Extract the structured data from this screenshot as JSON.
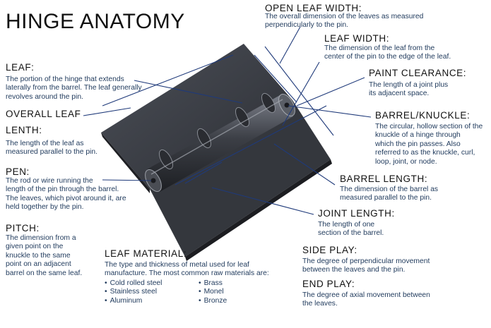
{
  "title": "HINGE ANATOMY",
  "terms": {
    "open_leaf_width": {
      "label": "OPEN LEAF WIDTH:",
      "definition": "The overall dimension of the leaves as measured\nperpendicularly to the pin."
    },
    "leaf_width": {
      "label": "LEAF WIDTH:",
      "definition": "The dimension of the leaf from the\ncenter of the pin to the edge of the leaf."
    },
    "paint_clearance": {
      "label": "PAINT CLEARANCE:",
      "definition": "The length of a joint plus\nits adjacent space."
    },
    "barrel_knuckle": {
      "label": "BARREL/KNUCKLE:",
      "definition": "The circular, hollow section of the\nknuckle of a hinge through\nwhich the pin passes. Also\nreferred to as the knuckle, curl,\nloop, joint, or node."
    },
    "barrel_length": {
      "label": "BARREL LENGTH:",
      "definition": "The dimension of the barrel as\nmeasured parallel to the pin."
    },
    "joint_length": {
      "label": "JOINT LENGTH:",
      "definition": "The length of one\nsection of the barrel."
    },
    "side_play": {
      "label": "SIDE PLAY:",
      "definition": "The degree of perpendicular movement\nbetween the leaves and the pin."
    },
    "end_play": {
      "label": "END PLAY:",
      "definition": "The degree of axial movement between\nthe leaves."
    },
    "leaf": {
      "label": "LEAF:",
      "definition": "The portion of the hinge that extends\nlaterally from the barrel. The leaf generally\nrevolves around the pin."
    },
    "overall_leaf": {
      "label": "OVERALL LEAF"
    },
    "lenth": {
      "label": "LENTH:",
      "definition": "The length of the leaf as\nmeasured parallel to the pin."
    },
    "pen": {
      "label": "PEN:",
      "definition": "The rod or wire running the\nlength of the pin through the barrel.\nThe leaves, which pivot around it, are\nheld together by the pin."
    },
    "pitch": {
      "label": "PITCH:",
      "definition": "The dimension from a\ngiven point on the\nknuckle to the same\npoint on an adjacent\nbarrel on the same leaf."
    },
    "leaf_material": {
      "label": "LEAF MATERIAL:",
      "definition": "The type and thickness of metal used for leaf\nmanufacture. The most common raw materials are:",
      "materials_col1": [
        "Cold rolled steel",
        "Stainless steel",
        "Aluminum"
      ],
      "materials_col2": [
        "Brass",
        "Monel",
        "Bronze"
      ]
    }
  },
  "colors": {
    "background": "#ffffff",
    "leader_line": "#1f3a7a",
    "definition_text": "#223c5e",
    "heading_text": "#111111",
    "hinge_dark": "#2b2d33",
    "hinge_mid": "#45484f",
    "hinge_light": "#6a6e77"
  }
}
